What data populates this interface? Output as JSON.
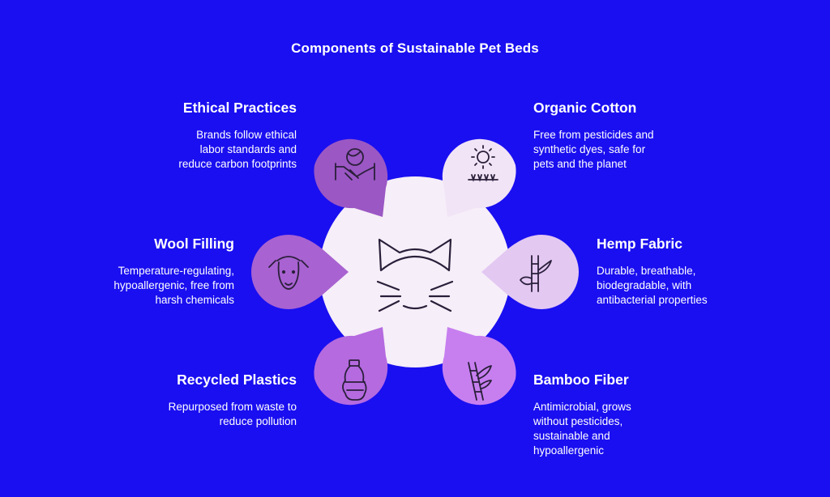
{
  "title": "Components of Sustainable Pet Beds",
  "colors": {
    "background": "#1a0ff0",
    "center": "#f6eef8",
    "icon_stroke": "#2a1f3a"
  },
  "items": [
    {
      "heading": "Ethical Practices",
      "description": "Brands follow ethical labor standards and reduce carbon footprints",
      "icon": "handshake-globe-icon",
      "color": "#9b57c4"
    },
    {
      "heading": "Organic Cotton",
      "description": "Free from pesticides and synthetic dyes, safe for pets and the planet",
      "icon": "sun-sprout-icon",
      "color": "#f1e4f6"
    },
    {
      "heading": "Wool Filling",
      "description": "Temperature-regulating, hypoallergenic, free from harsh chemicals",
      "icon": "sheep-icon",
      "color": "#a862d1"
    },
    {
      "heading": "Hemp Fabric",
      "description": "Durable, breathable, biodegradable, with antibacterial properties",
      "icon": "hemp-plant-icon",
      "color": "#e3c8f2"
    },
    {
      "heading": "Recycled Plastics",
      "description": "Repurposed from waste to reduce pollution",
      "icon": "bottle-icon",
      "color": "#b56ae0"
    },
    {
      "heading": "Bamboo Fiber",
      "description": "Antimicrobial, grows without pesticides, sustainable and hypoallergenic",
      "icon": "bamboo-icon",
      "color": "#c77ff0"
    }
  ],
  "center_icon": "cat-face-icon"
}
